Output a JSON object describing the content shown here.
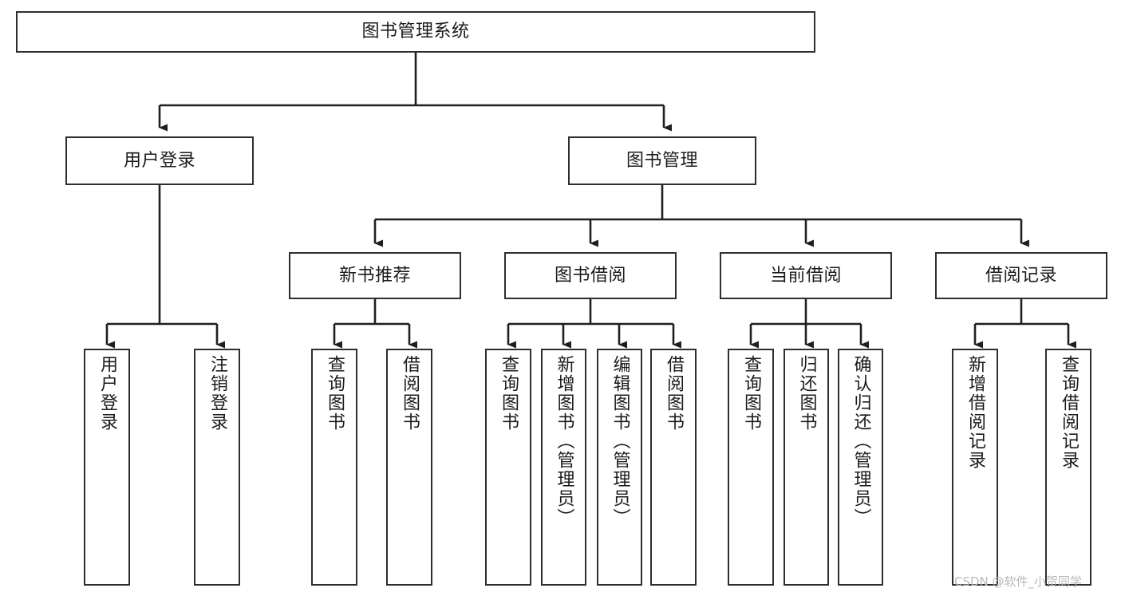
{
  "diagram": {
    "type": "tree-hierarchy",
    "title": "图书管理系统",
    "watermark": "CSDN @软件_小贺同学",
    "colors": {
      "box_border": "#2e2e2e",
      "box_fill": "#ffffff",
      "connector": "#1f1f1f",
      "text": "#1b1b1b",
      "watermark": "#b9b9b9",
      "background": "#ffffff"
    },
    "nodes": {
      "root": {
        "label": "图书管理系统"
      },
      "level2": [
        {
          "label": "用户登录"
        },
        {
          "label": "图书管理"
        }
      ],
      "level3": [
        {
          "label": "新书推荐"
        },
        {
          "label": "图书借阅"
        },
        {
          "label": "当前借阅"
        },
        {
          "label": "借阅记录"
        }
      ],
      "leaves": [
        {
          "label": "用户登录",
          "parent": "用户登录"
        },
        {
          "label": "注销登录",
          "parent": "用户登录"
        },
        {
          "label": "查询图书",
          "parent": "新书推荐"
        },
        {
          "label": "借阅图书",
          "parent": "新书推荐"
        },
        {
          "label": "查询图书",
          "parent": "图书借阅"
        },
        {
          "label": "新增图书（管理员）",
          "parent": "图书借阅"
        },
        {
          "label": "编辑图书（管理员）",
          "parent": "图书借阅"
        },
        {
          "label": "借阅图书",
          "parent": "图书借阅"
        },
        {
          "label": "查询图书",
          "parent": "当前借阅"
        },
        {
          "label": "归还图书",
          "parent": "当前借阅"
        },
        {
          "label": "确认归还（管理员）",
          "parent": "当前借阅"
        },
        {
          "label": "新增借阅记录",
          "parent": "借阅记录"
        },
        {
          "label": "查询借阅记录",
          "parent": "借阅记录"
        }
      ]
    }
  }
}
